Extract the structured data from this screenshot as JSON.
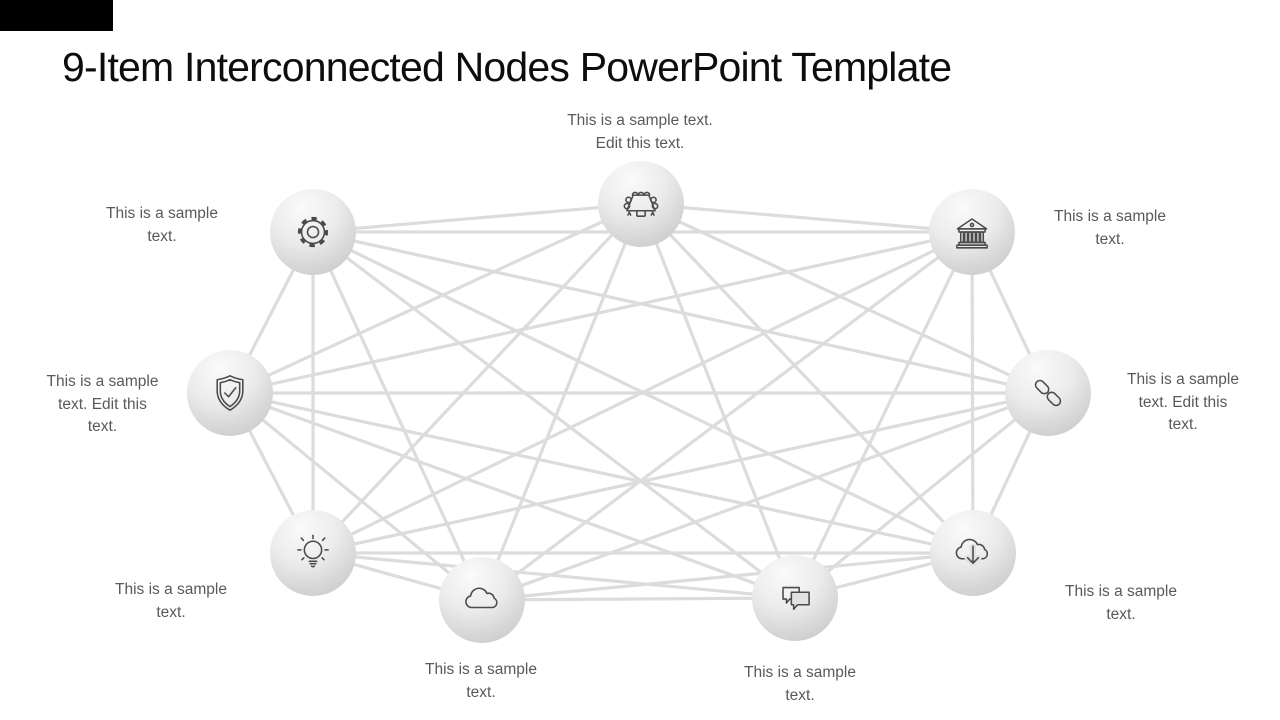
{
  "slide": {
    "title": "9-Item Interconnected Nodes PowerPoint Template"
  },
  "colors": {
    "line": "#dcdcdc",
    "icon_stroke": "#4b4b4b",
    "label_text": "#595959",
    "title_text": "#0d0d0d",
    "corner_bar": "#000000",
    "node_gradient_light": "#fafafa",
    "node_gradient_dark": "#c2c2c2"
  },
  "nodes": [
    {
      "id": "meeting",
      "icon": "meeting-icon",
      "label": "This is a sample text.\nEdit this text."
    },
    {
      "id": "gear",
      "icon": "gear-icon",
      "label": "This is a sample\ntext."
    },
    {
      "id": "bank",
      "icon": "bank-icon",
      "label": "This is a sample\ntext."
    },
    {
      "id": "shield",
      "icon": "shield-check-icon",
      "label": "This is a sample\ntext. Edit this\ntext."
    },
    {
      "id": "link",
      "icon": "link-icon",
      "label": "This is a sample\ntext. Edit this\ntext."
    },
    {
      "id": "lightbulb",
      "icon": "lightbulb-icon",
      "label": "This is a sample\ntext."
    },
    {
      "id": "cloud",
      "icon": "cloud-icon",
      "label": "This is a sample\ntext."
    },
    {
      "id": "chat",
      "icon": "chat-icon",
      "label": "This is a sample\ntext."
    },
    {
      "id": "cloud-download",
      "icon": "cloud-download-icon",
      "label": "This is a sample\ntext."
    }
  ]
}
